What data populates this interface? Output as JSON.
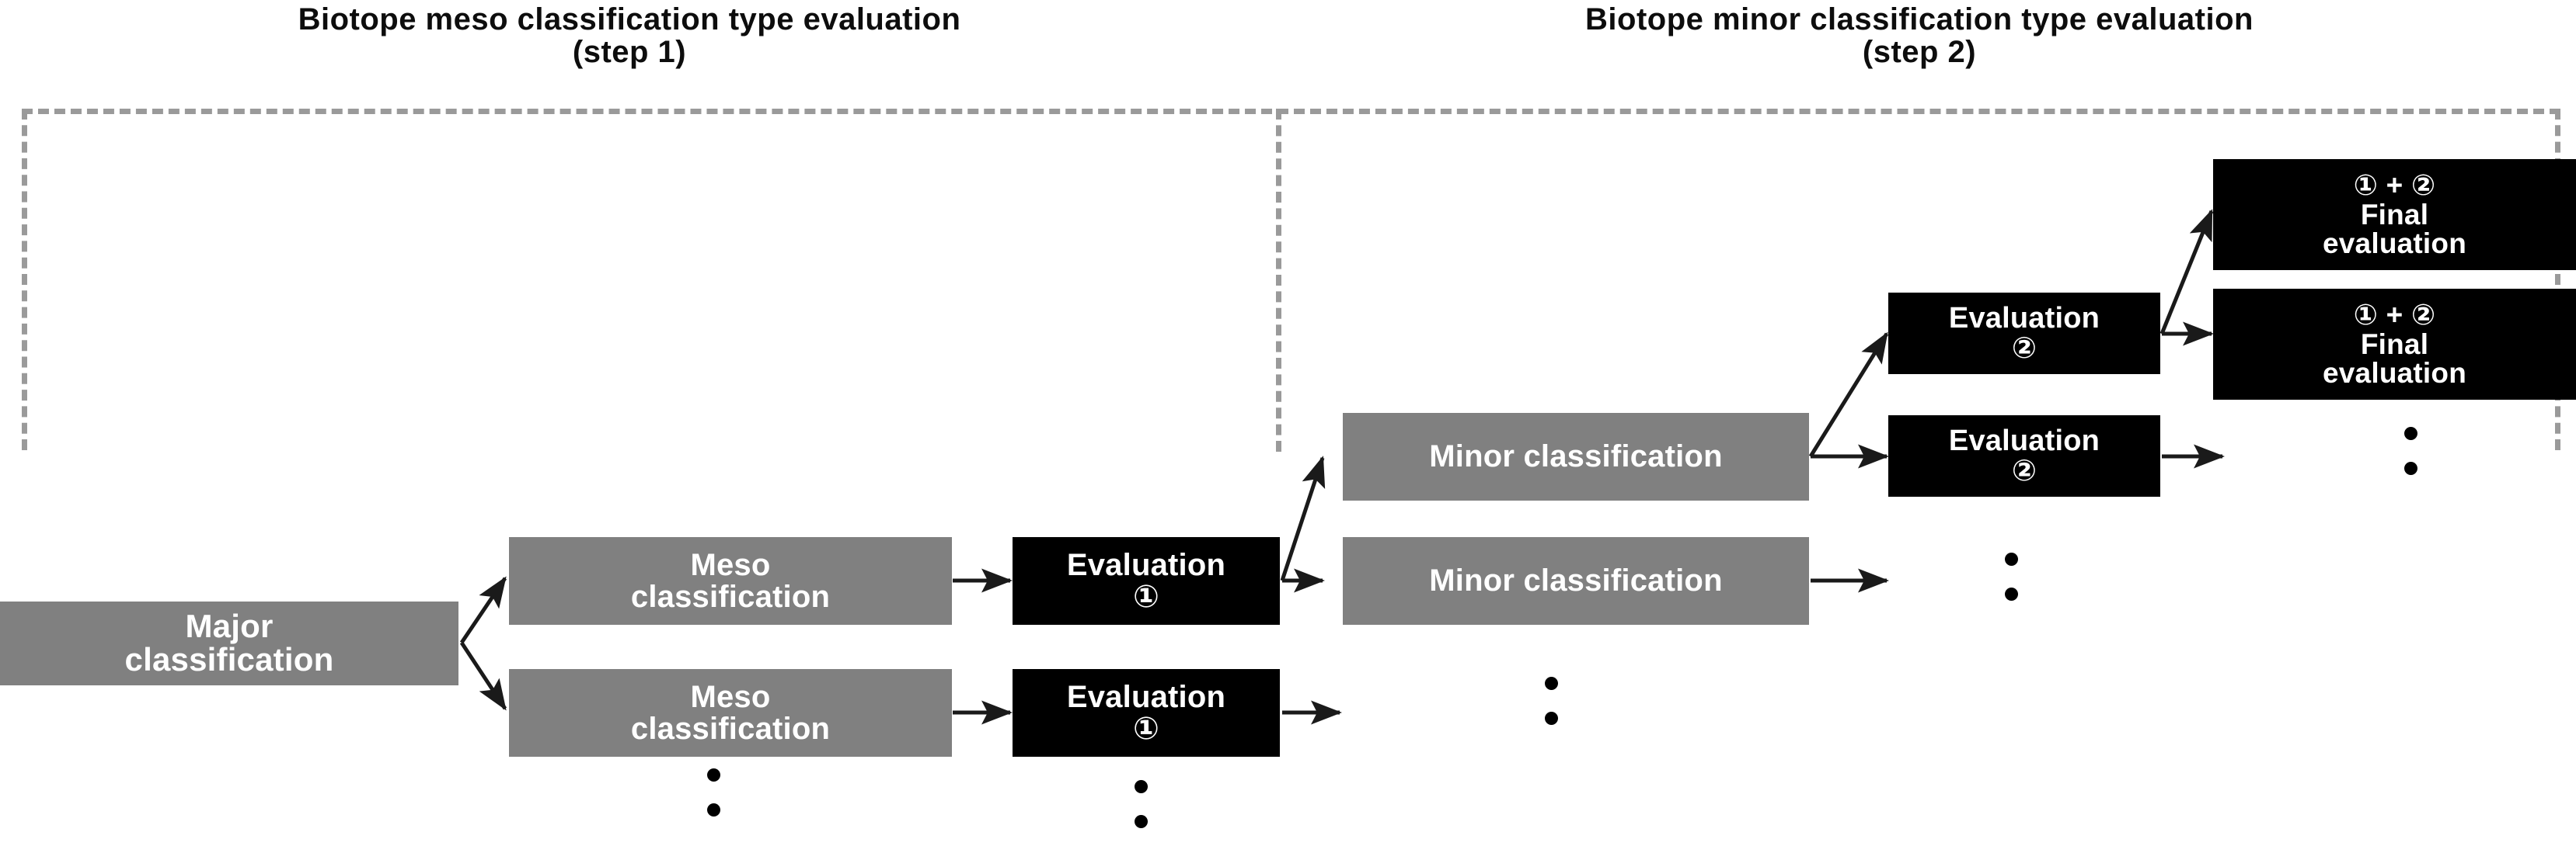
{
  "titles": {
    "left": "Biotope meso classification type evaluation\n(step 1)",
    "right": "Biotope minor classification type evaluation\n(step 2)"
  },
  "colors": {
    "gray_node": "#808080",
    "black_node": "#000000",
    "node_text": "#ffffff",
    "dashed_border": "#9a9a9a",
    "background": "#ffffff",
    "arrow": "#1a1a1a"
  },
  "nodes": {
    "major": {
      "line1": "Major",
      "line2": "classification"
    },
    "meso_1": {
      "line1": "Meso",
      "line2": "classification"
    },
    "meso_2": {
      "line1": "Meso",
      "line2": "classification"
    },
    "eval1_a": {
      "line1": "Evaluation",
      "line2": "①"
    },
    "eval1_b": {
      "line1": "Evaluation",
      "line2": "①"
    },
    "minor_1": {
      "line1": "Minor classification"
    },
    "minor_2": {
      "line1": "Minor classification"
    },
    "eval2_a": {
      "line1": "Evaluation",
      "line2": "②"
    },
    "eval2_b": {
      "line1": "Evaluation",
      "line2": "②"
    },
    "final_1": {
      "line1": "① + ②",
      "line2": "Final",
      "line3": "evaluation"
    },
    "final_2": {
      "line1": "① + ②",
      "line2": "Final",
      "line3": "evaluation"
    }
  },
  "ellipses": {
    "meso_column": "⋮",
    "eval1_column": "⋮",
    "minor_column": "⋮",
    "eval2_column": "⋮",
    "final_column": "⋮"
  }
}
